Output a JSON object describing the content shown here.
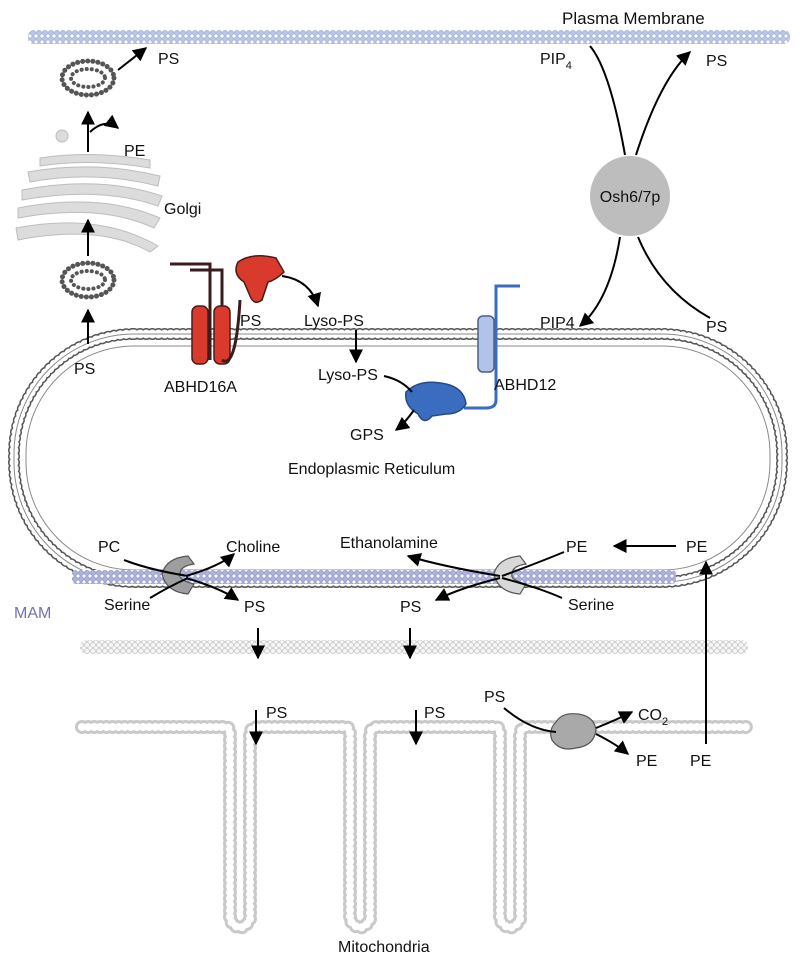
{
  "labels": {
    "plasma_membrane": "Plasma Membrane",
    "golgi": "Golgi",
    "er": "Endoplasmic Reticulum",
    "mitochondria": "Mitochondria",
    "mam": "MAM",
    "osh": "Osh6/7p",
    "abhd16a": "ABHD16A",
    "abhd12": "ABHD12",
    "ps_golgi_pm": "PS",
    "pe_golgi": "PE",
    "ps_er_exit": "PS",
    "pip4_pm": "PIP",
    "pip4_pm_sub": "4",
    "ps_pm": "PS",
    "pip4_er": "PIP4",
    "ps_er_right": "PS",
    "ps_abhd16a": "PS",
    "lysops_1": "Lyso-PS",
    "lysops_2": "Lyso-PS",
    "gps": "GPS",
    "pc": "PC",
    "choline": "Choline",
    "serine_left": "Serine",
    "ps_pss1": "PS",
    "ethanolamine": "Ethanolamine",
    "pe_pss2": "PE",
    "ps_pss2": "PS",
    "serine_right": "Serine",
    "pe_er_right": "PE",
    "ps_mito_1": "PS",
    "ps_mito_2": "PS",
    "ps_psd": "PS",
    "co2": "CO",
    "co2_sub": "2",
    "pe_psd": "PE",
    "pe_mito": "PE"
  },
  "colors": {
    "pm_membrane": "#b9c6e6",
    "mam_membrane": "#9ea3d4",
    "er_membrane": "#e8e8e8",
    "abhd16a": "#d93a2b",
    "abhd12": "#3a6cc0",
    "osh": "#bdbdbd",
    "golgi": "#dcdcdc",
    "enzyme": "#a9a9a9"
  }
}
